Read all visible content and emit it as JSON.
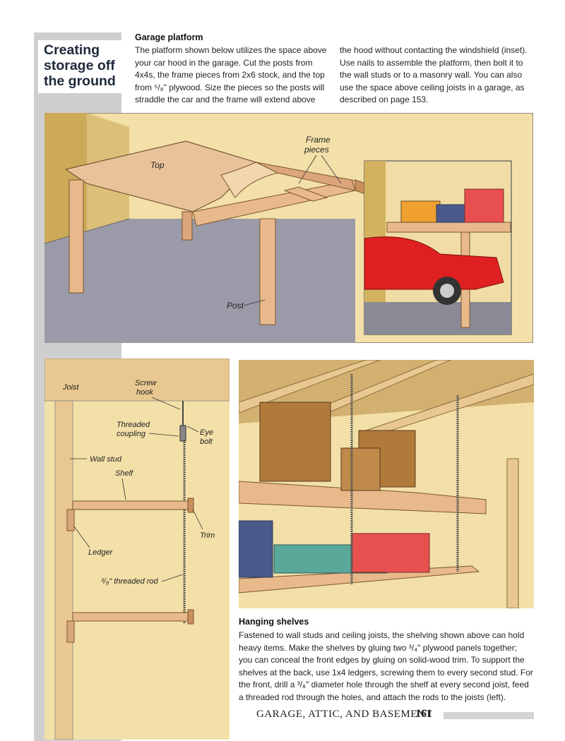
{
  "sidebar": {
    "title_lines": [
      "Creating",
      "storage off",
      "the ground"
    ]
  },
  "garage_platform": {
    "heading": "Garage platform",
    "col1": [
      "The platform shown below utilizes the space above",
      "your car hood in the garage. Cut the posts from",
      "4x4s, the frame pieces from 2x6 stock, and the top",
      "from ⁵/₈\" plywood. Size the pieces so the posts will",
      "straddle the car and the frame will extend above"
    ],
    "col2": [
      "the hood without contacting the windshield (inset).",
      "Use nails to assemble the platform, then bolt it to",
      "the wall studs or to a masonry wall. You can also",
      "use the space above ceiling joists in a garage, as",
      "described on page 153."
    ]
  },
  "fig1_labels": {
    "top": "Top",
    "frame": [
      "Frame",
      "pieces"
    ],
    "post": "Post"
  },
  "fig2_labels": {
    "joist": "Joist",
    "screw_hook": [
      "Screw",
      "hook"
    ],
    "threaded_coupling": [
      "Threaded",
      "coupling"
    ],
    "eye_bolt": [
      "Eye",
      "bolt"
    ],
    "wall_stud": "Wall stud",
    "shelf": "Shelf",
    "trim": "Trim",
    "ledger": "Ledger",
    "threaded_rod": "³/₈\" threaded rod"
  },
  "hanging_shelves": {
    "heading": "Hanging shelves",
    "lines": [
      "Fastened to wall studs and ceiling joists, the shelving shown above can hold",
      "heavy items. Make the shelves by gluing two ³/₄\" plywood panels together;",
      "you can conceal the front edges by gluing on solid-wood trim. To support the",
      "shelves at the back, use 1x4 ledgers, screwing them to every second stud. For",
      "the front, drill a ³/₈\" diameter hole through the shelf at every second joist, feed",
      "a threaded rod through the holes, and attach the rods to the joists (left)."
    ]
  },
  "footer": {
    "section": "GARAGE, ATTIC, AND BASEMENT",
    "page": "161"
  },
  "colors": {
    "wood": "#e8b98a",
    "wood_dark": "#c98f5c",
    "wall": "#f0dca4",
    "floor": "#9a9aa6",
    "car": "#e02020",
    "suitcase": "#b07a3a",
    "box_orange": "#f0a030",
    "box_blue": "#4a5a8a",
    "box_red": "#e85050",
    "box_teal": "#5aa89a"
  }
}
